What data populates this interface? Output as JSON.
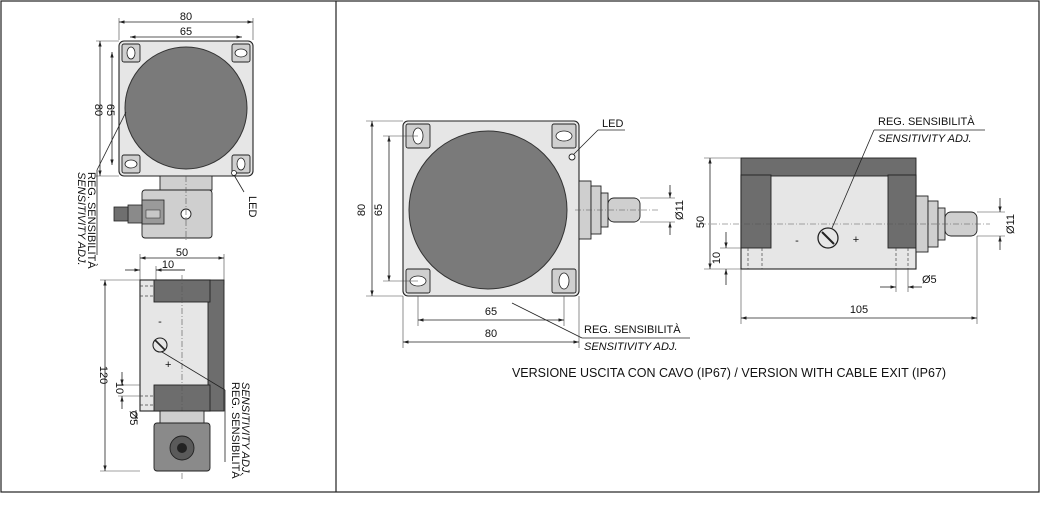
{
  "left_panel": {
    "top_view": {
      "dim_overall_width": "80",
      "dim_hole_spacing_width": "65",
      "dim_overall_height": "80",
      "dim_hole_spacing_height": "65",
      "led_label": "LED",
      "sens_label_it": "REG. SENSIBILITÀ",
      "sens_label_en": "SENSITIVITY ADJ."
    },
    "side_view": {
      "dim_depth": "50",
      "dim_cover": "10",
      "dim_length": "120",
      "dim_offset": "10",
      "dim_hole": "Ø5",
      "minus_sign": "-",
      "plus_sign": "+",
      "sens_label_it": "REG. SENSIBILITÀ",
      "sens_label_en": "SENSITIVITY ADJ."
    }
  },
  "right_panel": {
    "front_view": {
      "dim_overall_height": "80",
      "dim_hole_spacing_height": "65",
      "dim_hole_spacing_width": "65",
      "dim_overall_width": "80",
      "dim_gland": "Ø11",
      "led_label": "LED",
      "sens_label_it": "REG. SENSIBILITÀ",
      "sens_label_en": "SENSITIVITY ADJ."
    },
    "side_view": {
      "dim_height": "50",
      "dim_offset": "10",
      "dim_hole": "Ø5",
      "dim_length": "105",
      "dim_gland": "Ø11",
      "minus_sign": "-",
      "plus_sign": "+",
      "sens_label_it": "REG. SENSIBILITÀ",
      "sens_label_en": "SENSITIVITY ADJ."
    },
    "caption": "VERSIONE USCITA CON CAVO (IP67) / VERSION WITH CABLE EXIT (IP67)"
  }
}
